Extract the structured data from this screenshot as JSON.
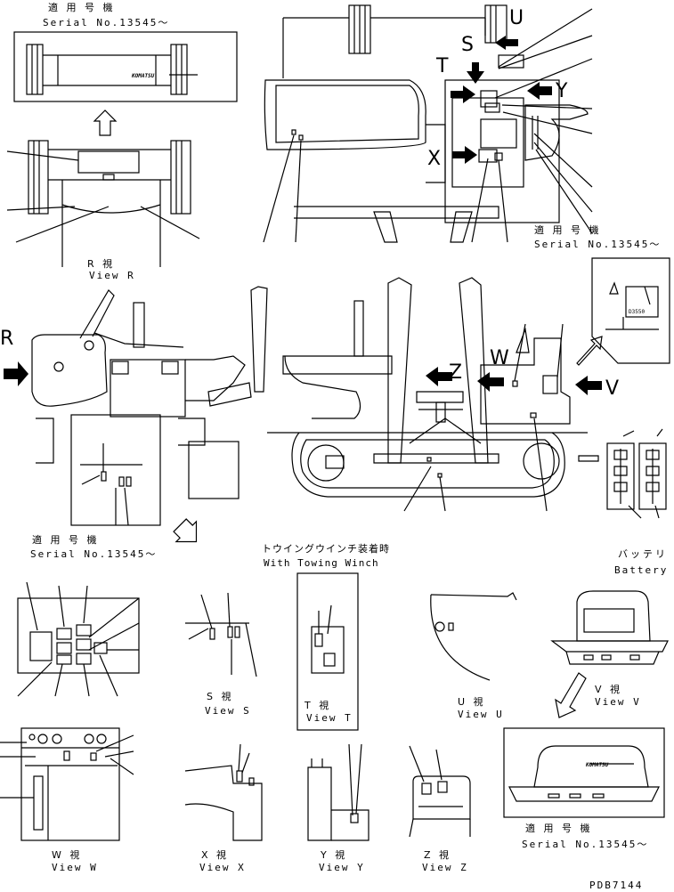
{
  "applicability_jp": "適 用 号 機",
  "serial": "Serial No.13545～",
  "logo": "KOMATSU",
  "callouts": {
    "U": "U",
    "S": "S",
    "T": "T",
    "Y": "Y",
    "X": "X",
    "R": "R",
    "W": "W",
    "Z": "Z",
    "V": "V"
  },
  "views": {
    "r_jp": "R 視",
    "r_en": "View R",
    "s_jp": "S 視",
    "s_en": "View S",
    "t_jp": "T 視",
    "t_en": "View T",
    "u_jp": "U 視",
    "u_en": "View U",
    "v_jp": "V 視",
    "v_en": "View V",
    "w_jp": "W 視",
    "w_en": "View W",
    "x_jp": "X 視",
    "x_en": "View X",
    "y_jp": "Y 視",
    "y_en": "View Y",
    "z_jp": "Z 視",
    "z_en": "View Z"
  },
  "winch_jp": "トウイングウインチ装着時",
  "winch_en": "With Towing Winch",
  "battery_jp": "バッテリ",
  "battery_en": "Battery",
  "plate_code": "D3550",
  "drawing_no": "PDB7144"
}
